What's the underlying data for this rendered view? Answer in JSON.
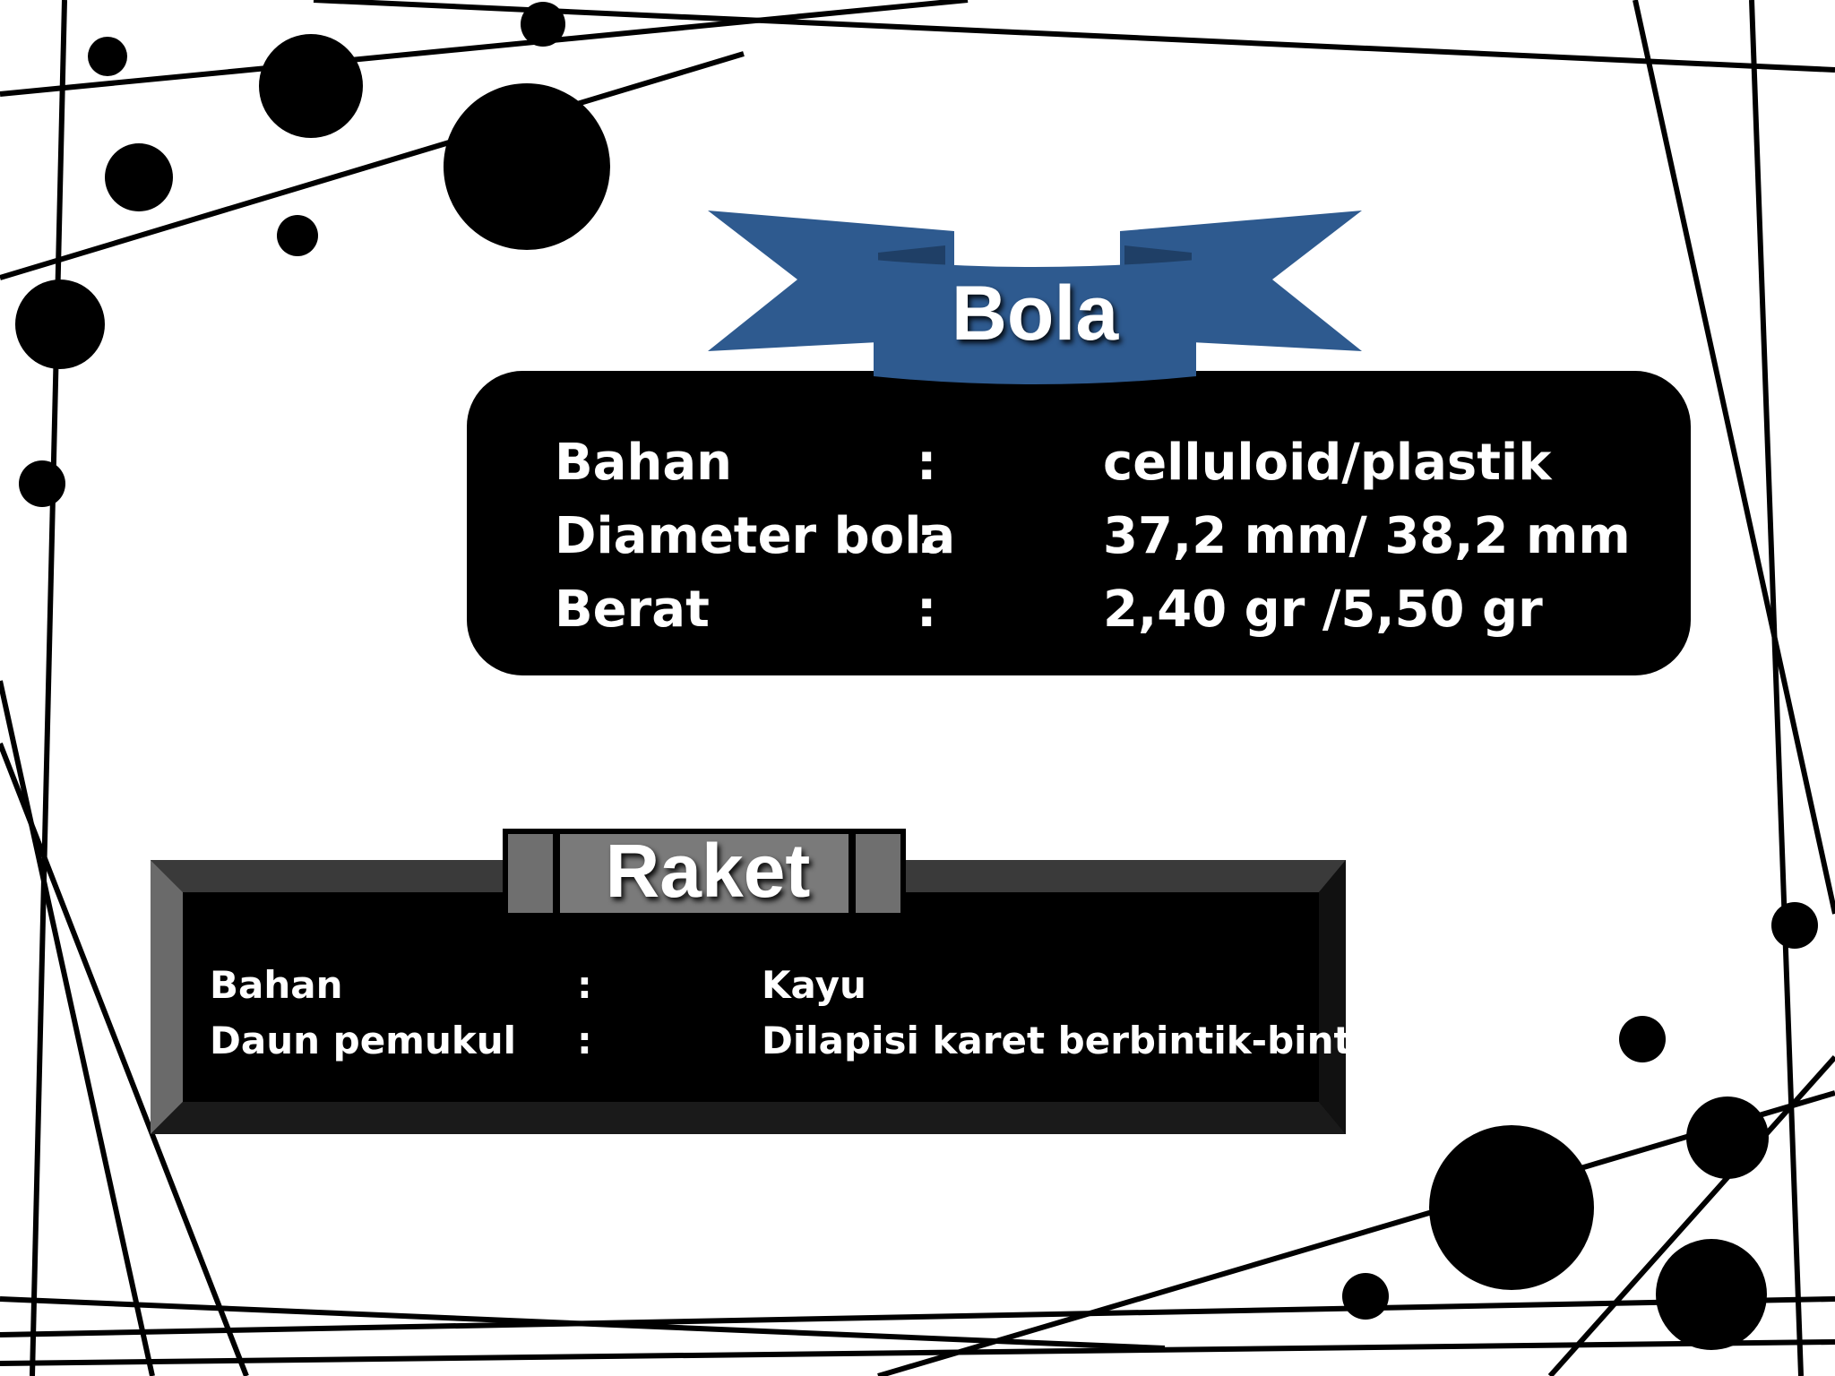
{
  "bola": {
    "title": "Bola",
    "rows": [
      {
        "key": "Bahan",
        "sep": ":",
        "value": "celluloid/plastik"
      },
      {
        "key": "Diameter bola",
        "sep": ":",
        "value": "37,2 mm/ 38,2 mm"
      },
      {
        "key": "Berat",
        "sep": ":",
        "value": "2,40 gr /5,50 gr"
      }
    ]
  },
  "raket": {
    "title": "Raket",
    "rows": [
      {
        "key": "Bahan",
        "sep": ":",
        "value": "Kayu"
      },
      {
        "key": "Daun pemukul",
        "sep": ":",
        "value": "Dilapisi karet berbintik-bintik"
      }
    ]
  },
  "colors": {
    "ribbon_blue": "#2e5a8f",
    "ribbon_dark": "#1f3f66",
    "box_black": "#000000",
    "raket_grey": "#777777"
  }
}
